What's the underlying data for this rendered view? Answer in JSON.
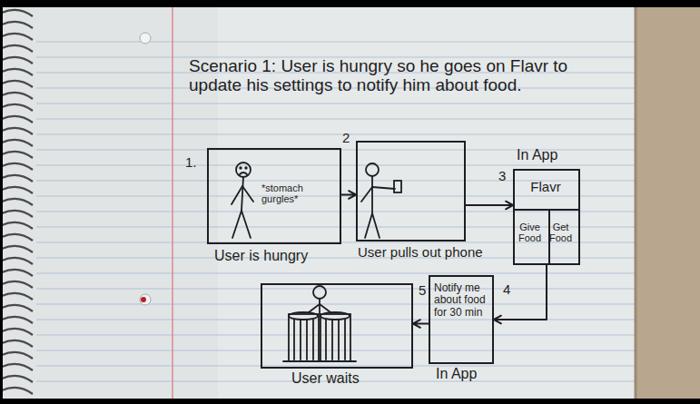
{
  "diagram": {
    "title": "Scenario 1: User is hungry so he goes on Flavr to update his settings to notify him about food.",
    "nodes": [
      {
        "text": [
          "1.",
          "*stomach gurgles*",
          "User is hungry"
        ]
      },
      {
        "text": [
          "2",
          "User pulls out phone"
        ]
      },
      {
        "text": [
          "In App",
          "3",
          "Flavr"
        ]
      },
      {
        "text": [
          "Give Food"
        ],
        "in": 2
      },
      {
        "text": [
          "Get Food"
        ],
        "in": 2
      },
      {
        "text": [
          "4",
          "Notify me about food for 30 min",
          "In App"
        ]
      },
      {
        "text": [
          "5",
          "User waits"
        ]
      }
    ],
    "edges": [
      {
        "from": 0,
        "to": 1,
        "arrow": "to"
      },
      {
        "from": 1,
        "to": 2,
        "arrow": "to"
      },
      {
        "from": 2,
        "to": 5,
        "arrow": "to"
      },
      {
        "from": 5,
        "to": 6,
        "arrow": "to"
      }
    ]
  }
}
